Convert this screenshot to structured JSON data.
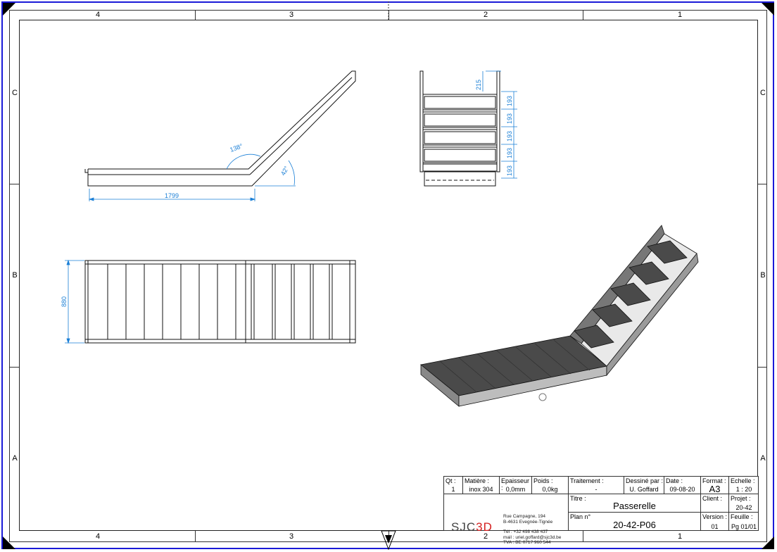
{
  "zones": {
    "columns": [
      "4",
      "3",
      "2",
      "1"
    ],
    "rows": [
      "C",
      "B",
      "A"
    ]
  },
  "dimensions": {
    "angle_bend": "138°",
    "angle_base": "42°",
    "length_flat": "1799",
    "width": "880",
    "top_offset": "215",
    "step_spacing": [
      "193",
      "193",
      "193",
      "193",
      "193"
    ]
  },
  "title_block": {
    "qty_label": "Qt :",
    "qty": "1",
    "material_label": "Matière :",
    "material": "inox 304",
    "thickness_label": "Epaisseur :",
    "thickness": "0,0mm",
    "weight_label": "Poids :",
    "weight": "0,0kg",
    "treatment_label": "Traitement :",
    "treatment": "-",
    "drawn_by_label": "Dessiné par :",
    "drawn_by": "U. Goffard",
    "date_label": "Date :",
    "date": "09-08-20",
    "format_label": "Format :",
    "format": "A3",
    "scale_label": "Echelle :",
    "scale": "1 : 20",
    "company": {
      "logo_brand": "SJC",
      "logo_3d": "3D",
      "address_1": "Rue Campagne, 194",
      "address_2": "B-4631 Evegnée-Tignée",
      "phone": "Tél : +32 498 438 437",
      "mail": "mail : uriel.goffard@sjc3d.be",
      "vat": "TVA : BE 0717 960 544"
    },
    "title_label": "Titre :",
    "title": "Passerelle",
    "client_label": "Client :",
    "client": "",
    "project_label": "Projet :",
    "project": "20-42",
    "plan_label": "Plan n°",
    "plan": "20-42-P06",
    "version_label": "Version :",
    "version": "01",
    "sheet_label": "Feuille :",
    "sheet": "Pg 01/01"
  },
  "colors": {
    "frame_border": "#1a1ad8",
    "dimension": "#1a7fd6",
    "logo_accent": "#d42020",
    "iso_surface": "#4a4a4a"
  }
}
